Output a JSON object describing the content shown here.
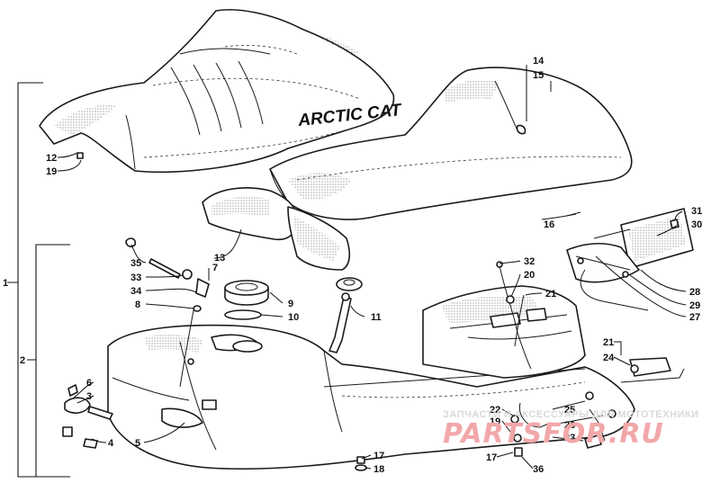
{
  "brand_text": "ARCTIC CAT",
  "watermark": {
    "caption": "ЗАПЧАСТИ И АКСЕССУАРЫ ДЛЯ МОТОТЕХНИКИ",
    "logo": "PARTSFOR.RU",
    "color": "#e8454b"
  },
  "groups": {
    "assembly_1": "1",
    "assembly_2": "2"
  },
  "callouts": {
    "c3": "3",
    "c4": "4",
    "c5": "5",
    "c6": "6",
    "c7": "7",
    "c8": "8",
    "c9": "9",
    "c10": "10",
    "c11": "11",
    "c12": "12",
    "c13": "13",
    "c14": "14",
    "c15": "15",
    "c16": "16",
    "c17a": "17",
    "c17b": "17",
    "c18": "18",
    "c19": "19",
    "c20": "20",
    "c21a": "21",
    "c21b": "21",
    "c22": "22",
    "c23": "23",
    "c24": "24",
    "c25": "25",
    "c26": "26",
    "c27": "27",
    "c28": "28",
    "c29": "29",
    "c30": "30",
    "c31": "31",
    "c32": "32",
    "c33": "33",
    "c34": "34",
    "c35": "35",
    "c36": "36"
  }
}
